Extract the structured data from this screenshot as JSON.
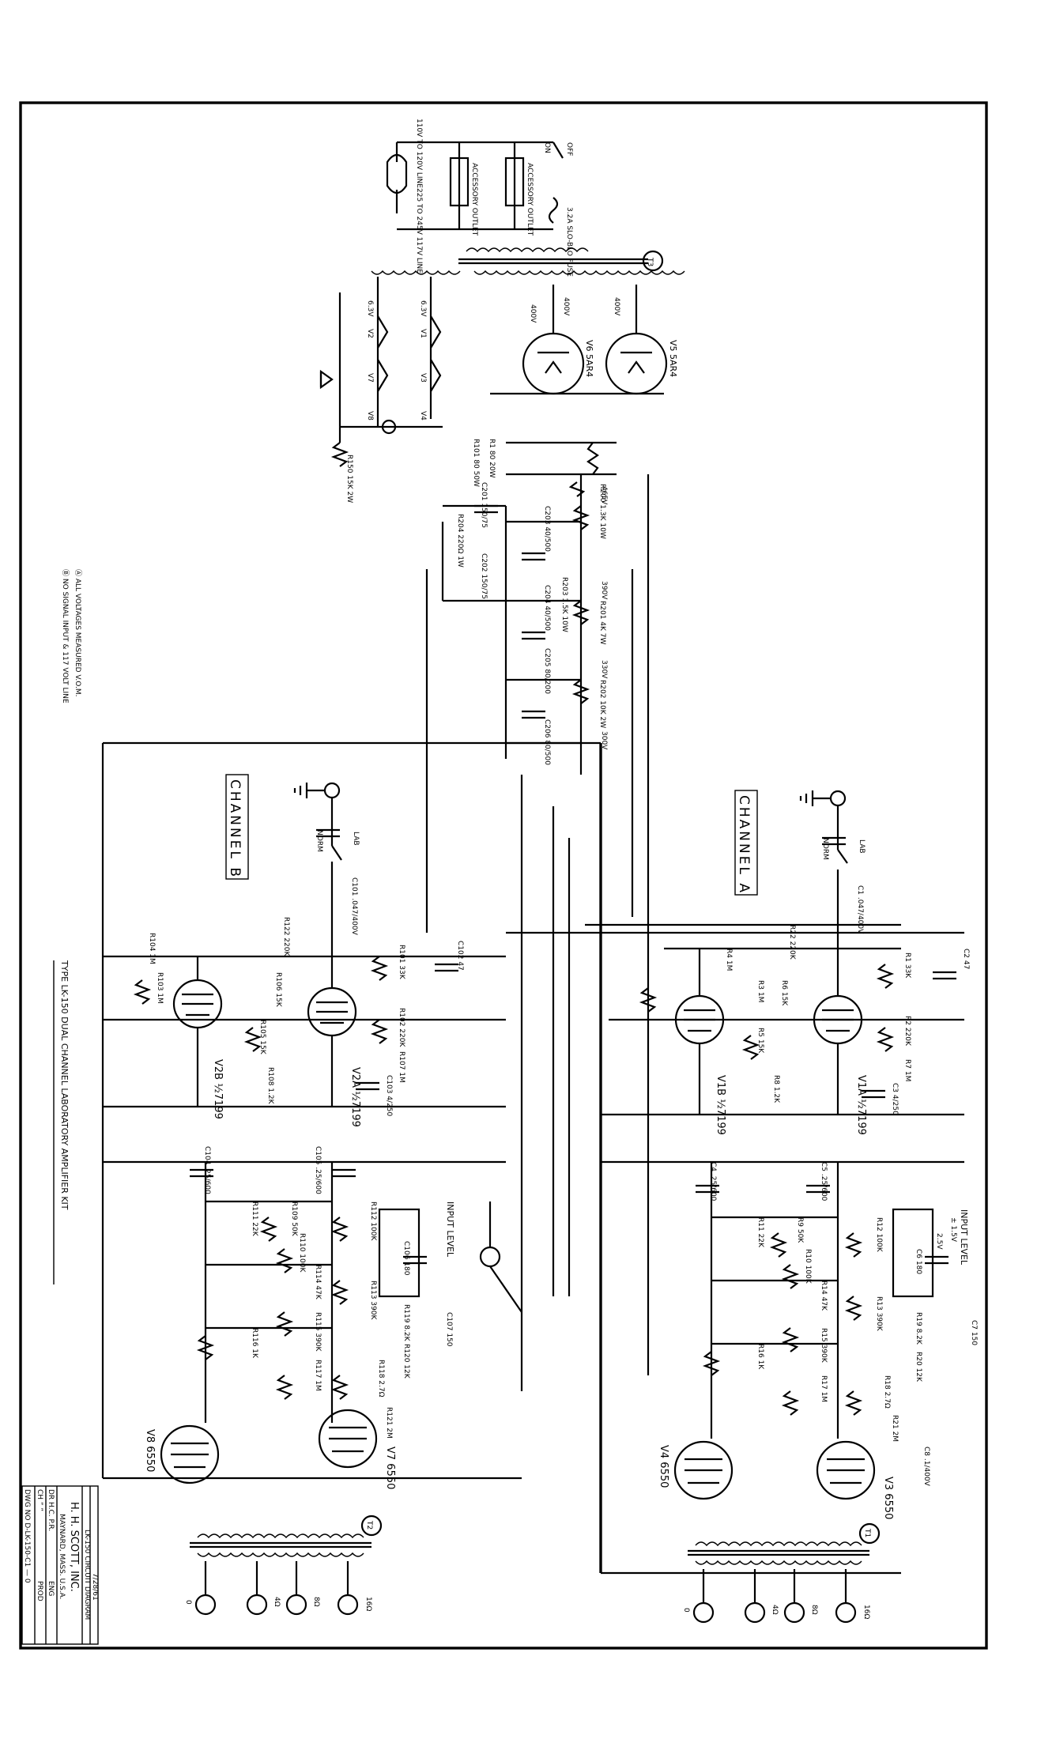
{
  "channel_a": "CHANNEL A",
  "channel_b": "CHANNEL B",
  "title": "TYPE LK-150 DUAL CHANNEL LABORATORY AMPLIFIER KIT",
  "notes": [
    "Ⓐ ALL VOLTAGES MEASURED V.O.M.",
    "Ⓑ NO SIGNAL INPUT & 117 VOLT LINE"
  ],
  "power": {
    "line_label": "110V TO 120V LINE",
    "alt_line_label": "225 TO 245V 117V LINE",
    "switch_off": "OFF",
    "switch_on": "ON",
    "fuse": "3.2A SLO-BLO FUSE",
    "outlet_1": "ACCESSORY OUTLET",
    "outlet_2": "ACCESSORY OUTLET",
    "transformer": "T3",
    "rect_v5": "V5 5AR4",
    "rect_v6": "V6 5AR4",
    "ac_400v_1": "400V",
    "ac_400v_2": "400V",
    "ac_400v_3": "400V",
    "fil_1": "6.3V",
    "fil_2": "6.3V",
    "heater_v1": "V1",
    "heater_v2": "V2",
    "heater_v3": "V3",
    "heater_v4": "V4",
    "heater_v7": "V7",
    "heater_v8": "V8"
  },
  "supply_labels": [
    {
      "name": "R101",
      "value": "80 50W"
    },
    {
      "name": "R1",
      "value": "80 20W"
    },
    {
      "name": "R200",
      "value": "1.3K 10W"
    },
    {
      "name": "R201",
      "value": "4K 7W"
    },
    {
      "name": "R202",
      "value": "10K 2W"
    },
    {
      "name": "R203",
      "value": "1.5K 10W"
    },
    {
      "name": "R150",
      "value": "15K 2W"
    },
    {
      "name": "R204",
      "value": "220Ω 1W"
    },
    {
      "name": "C201",
      "value": "150/75"
    },
    {
      "name": "C202",
      "value": "150/75"
    },
    {
      "name": "C203",
      "value": "40/500"
    },
    {
      "name": "C204",
      "value": "40/500"
    },
    {
      "name": "C205",
      "value": "80/200"
    },
    {
      "name": "C206",
      "value": "80/500"
    }
  ],
  "supply_voltages": [
    "465V",
    "390V",
    "330V",
    "300V"
  ],
  "tubes": {
    "v1a": "V1A ½7199",
    "v1b": "V1B ½7199",
    "v2a": "V2A ½7199",
    "v2b": "V2B ½7199",
    "v3": "V3 6550",
    "v4": "V4 6550",
    "v7": "V7 6550",
    "v8": "V8 6550"
  },
  "channel_a_labels": [
    "R1 33K",
    "R2 220K",
    "R3 1M",
    "R4 1M",
    "R5 15K",
    "R6 15K",
    "R7 1M",
    "R8 1.2K",
    "R9 50K",
    "R10 100K",
    "R11 22K",
    "R12 100K",
    "R13 390K",
    "R14 47K",
    "R15 390K",
    "R16 1K",
    "R17 1M",
    "R18 2.7Ω",
    "R19 8.2K",
    "R20 12K",
    "R21 2M",
    "R22 220K",
    "C1 .047/400V",
    "C2 47",
    "C3 4/250",
    "C4 .25/600",
    "C5 .25/600",
    "C6 180",
    "C7 150",
    "C8 .1/400V"
  ],
  "channel_b_labels": [
    "R101 33K",
    "R102 220K",
    "R103 1M",
    "R104 1M",
    "R105 15K",
    "R106 15K",
    "R107 1M",
    "R108 1.2K",
    "R109 50K",
    "R110 100K",
    "R111 22K",
    "R112 100K",
    "R113 390K",
    "R114 47K",
    "R115 390K",
    "R116 1K",
    "R117 1M",
    "R118 2.7Ω",
    "R119 8.2K",
    "R120 12K",
    "R121 2M",
    "R122 220K",
    "C101 .047/400V",
    "C102 47",
    "C103 4/250",
    "C104 .25/600",
    "C105 .25/600",
    "C106 180",
    "C107 150"
  ],
  "input_level": "INPUT LEVEL",
  "input_level_b": "INPUT LEVEL",
  "level_values": [
    "± 1.5V",
    "2.5V"
  ],
  "switch_labels": [
    "LAB",
    "NORM",
    "LAB",
    "NORM"
  ],
  "outputs": {
    "t1": "T1",
    "t2": "T2",
    "taps": [
      "16Ω",
      "8Ω",
      "4Ω",
      "0"
    ]
  },
  "title_block": {
    "company": "H. H. SCOTT, INC.",
    "town": "MAYNARD, MASS. U.S.A.",
    "drawing": "LK-150 CIRCUIT DIAGRAM",
    "date": "7/28/61",
    "dr_by": "DR H.C. P.R.",
    "ch_by": "CH ” ”",
    "dwg_no": "DWG NO D-LK-150-C1 — 0",
    "eng": "ENG",
    "prod": "PROD"
  }
}
